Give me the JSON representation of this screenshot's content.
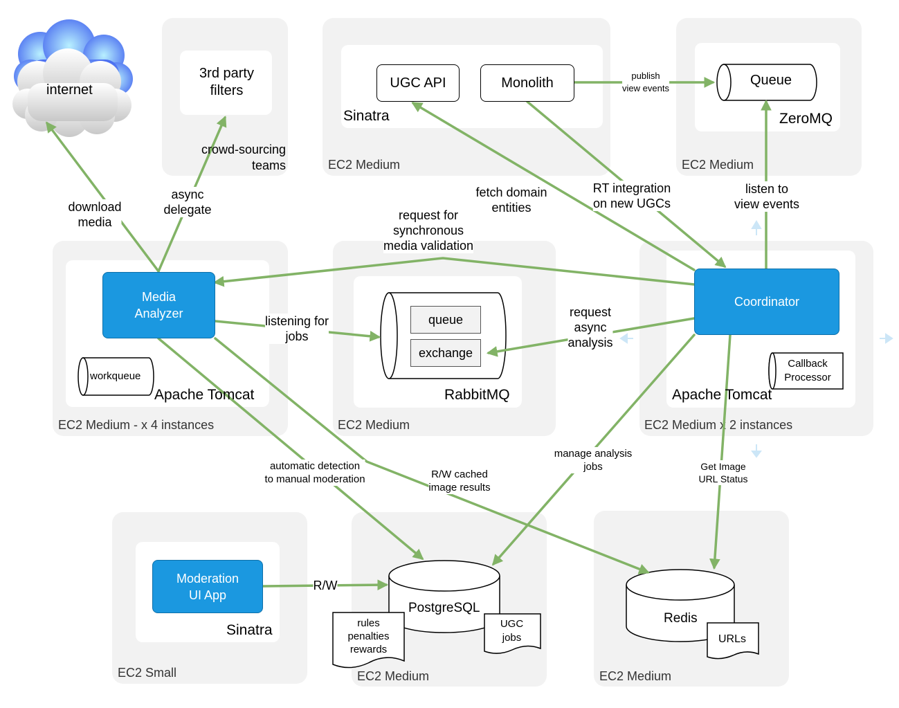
{
  "colors": {
    "zone": "#f2f2f2",
    "arrow": "#82b366",
    "component": "#1b98e0",
    "hint_arrow": "#cce6f7"
  },
  "nodes": {
    "internet": "internet",
    "third_party": [
      "3rd party",
      "filters"
    ],
    "crowd_sourcing": [
      "crowd-sourcing",
      "teams"
    ],
    "ugc_api": "UGC API",
    "monolith": "Monolith",
    "sinatra_top": "Sinatra",
    "queue": "Queue",
    "zeromq": "ZeroMQ",
    "media_analyzer": [
      "Media",
      "Analyzer"
    ],
    "workqueue": "workqueue",
    "tomcat_left": "Apache Tomcat",
    "rabbit_queue": "queue",
    "rabbit_exchange": "exchange",
    "rabbitmq": "RabbitMQ",
    "coordinator": "Coordinator",
    "callback_processor": [
      "Callback",
      "Processor"
    ],
    "tomcat_right": "Apache Tomcat",
    "moderation_ui": [
      "Moderation",
      "UI App"
    ],
    "sinatra_bottom": "Sinatra",
    "postgresql": "PostgreSQL",
    "rules_doc": [
      "rules",
      "penalties",
      "rewards"
    ],
    "ugc_jobs_doc": [
      "UGC",
      "jobs"
    ],
    "redis": "Redis",
    "urls_doc": "URLs"
  },
  "zones": {
    "sinatra_top": "EC2 Medium",
    "zeromq": "EC2 Medium",
    "tomcat_left": "EC2 Medium - x 4 instances",
    "rabbitmq": "EC2 Medium",
    "tomcat_right": "EC2 Medium x 2 instances",
    "moderation": "EC2 Small",
    "postgres": "EC2 Medium",
    "redis": "EC2 Medium"
  },
  "edges": {
    "publish": [
      "publish",
      "view events"
    ],
    "download": [
      "download",
      "media"
    ],
    "async_delegate": [
      "async",
      "delegate"
    ],
    "fetch_domain": [
      "fetch domain",
      "entities"
    ],
    "rt_integration": [
      "RT integration",
      "on new UGCs"
    ],
    "listen_to": [
      "listen to",
      "view events"
    ],
    "request_sync": [
      "request for",
      "synchronous",
      "media validation"
    ],
    "listening_jobs": [
      "listening for",
      "jobs"
    ],
    "request_async": [
      "request",
      "async",
      "analysis"
    ],
    "auto_detection": [
      "automatic detection",
      "to manual moderation"
    ],
    "rw_cached": [
      "R/W cached",
      "image results"
    ],
    "manage_analysis": [
      "manage analysis",
      "jobs"
    ],
    "get_image_url": [
      "Get Image",
      "URL Status"
    ],
    "rw": "R/W"
  }
}
